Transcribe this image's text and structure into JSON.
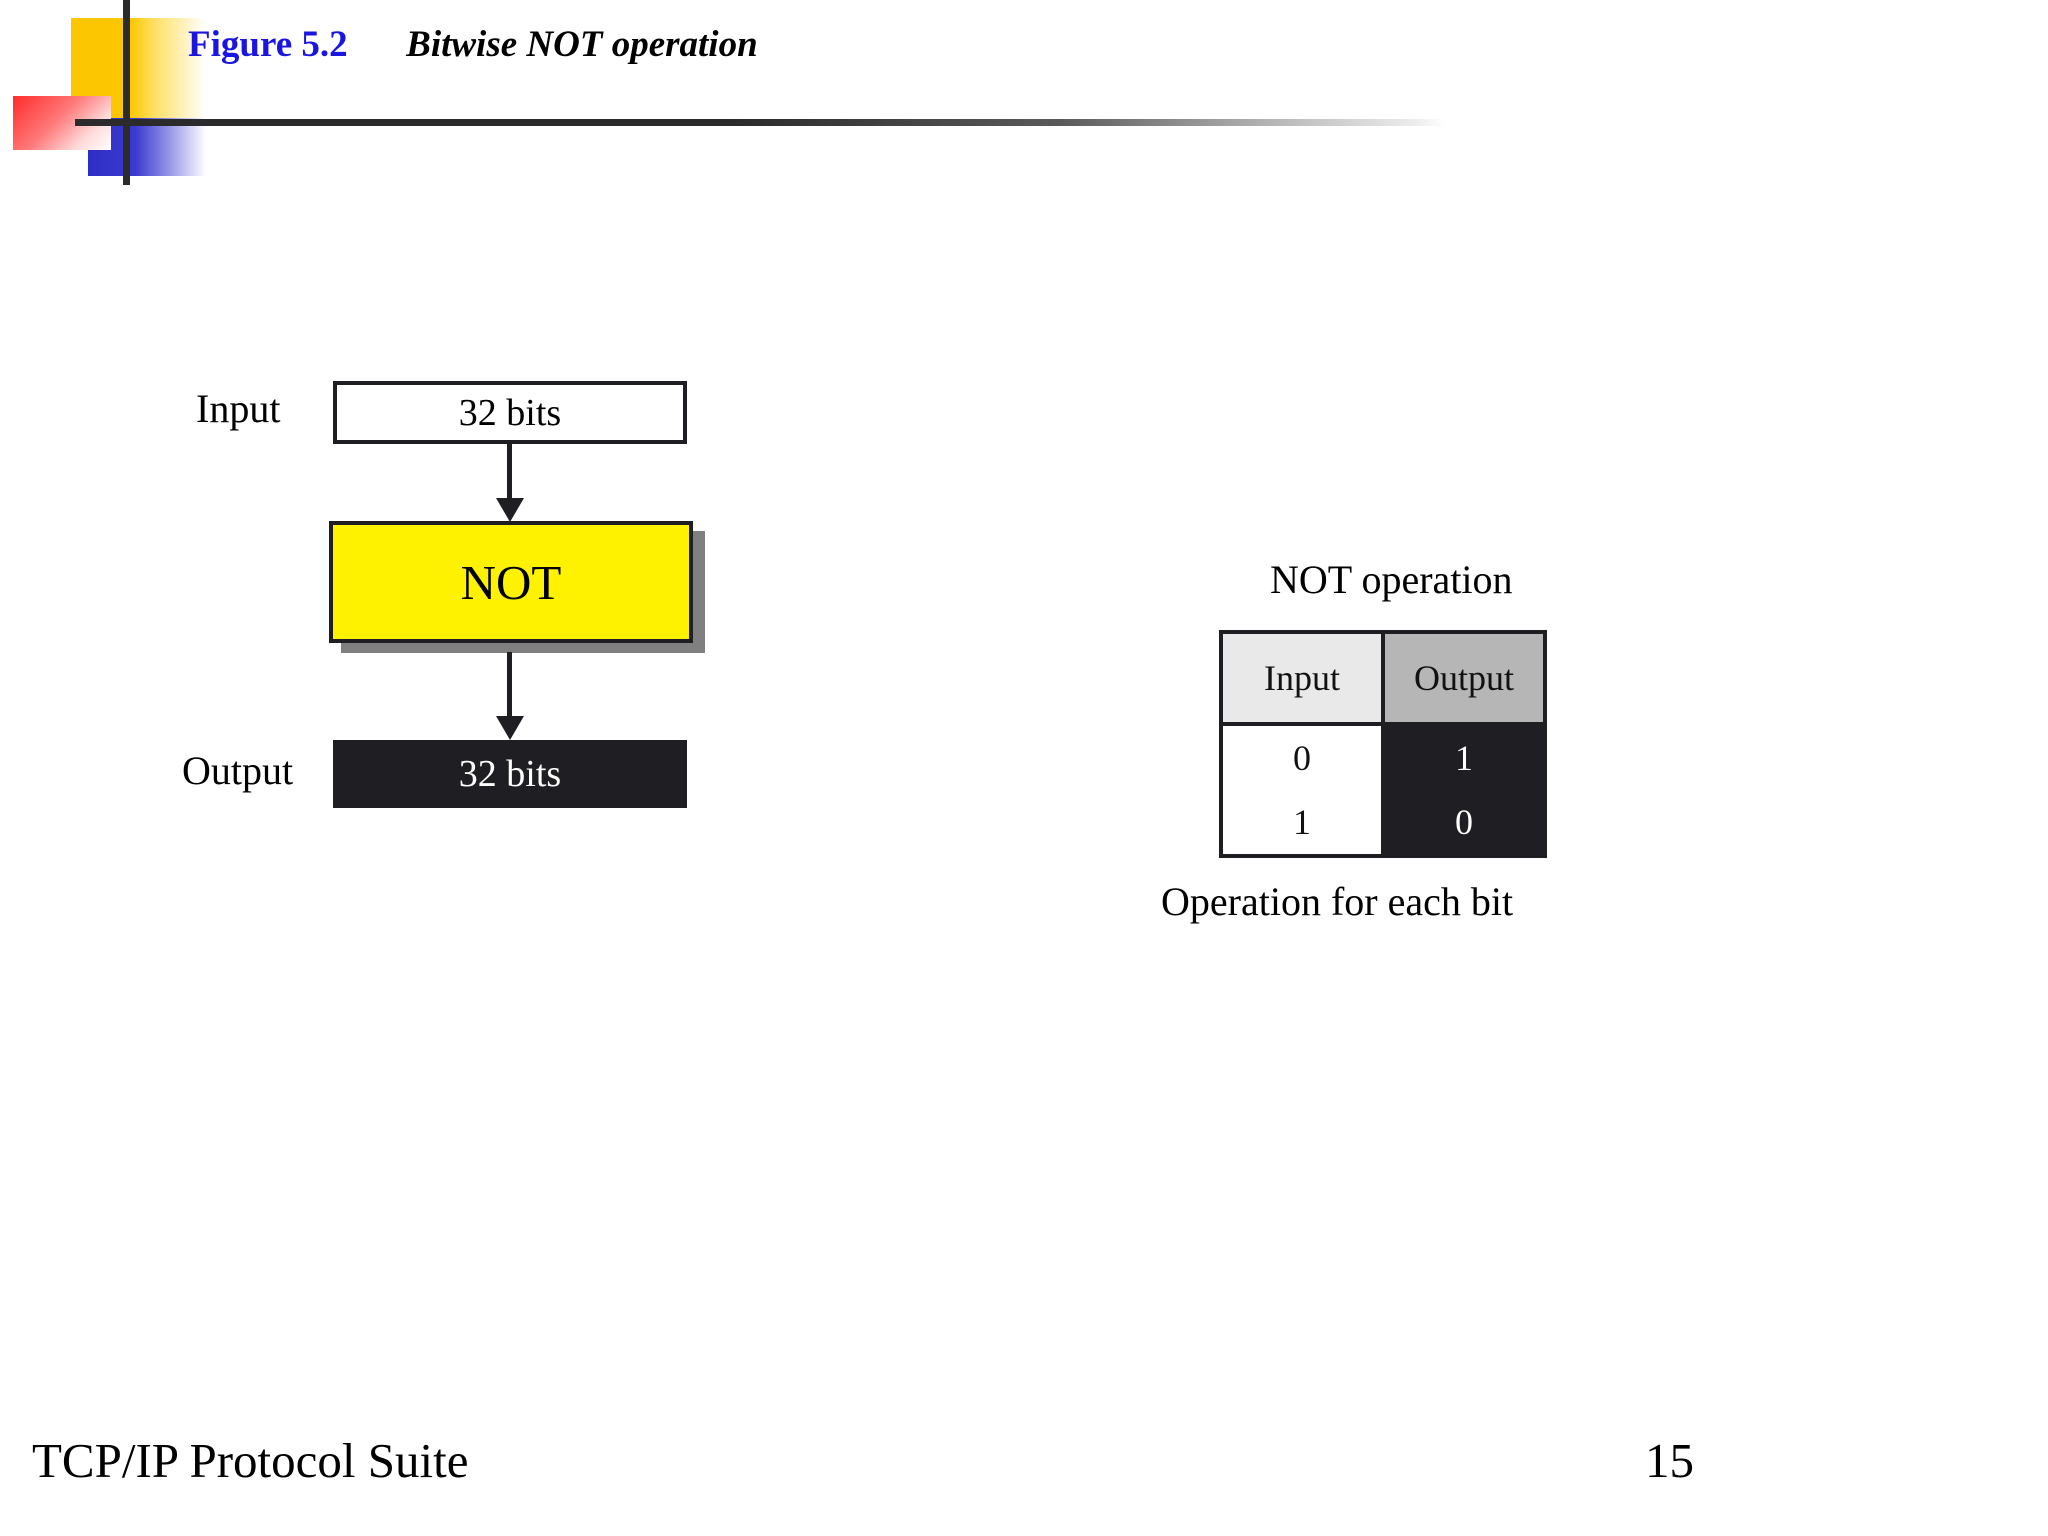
{
  "slide": {
    "title": {
      "figure_label": "Figure 5.2",
      "figure_label_color": "#1a16e0",
      "caption": "Bitwise NOT operation"
    },
    "footer": {
      "left_text": "TCP/IP Protocol Suite",
      "page_number": "15"
    },
    "decoration": {
      "yellow_swatch": "#fcc700",
      "blue_swatch": "#2e2ec4",
      "red_swatch": "#ff2b2b",
      "rule_color": "#2b2b2b"
    }
  },
  "flow_diagram": {
    "input_label": "Input",
    "input_box_text": "32 bits",
    "operation_box_text": "NOT",
    "operation_box_color": "#fff200",
    "operation_box_shadow_color": "#808080",
    "output_label": "Output",
    "output_box_text": "32 bits",
    "output_box_color": "#1f1f23",
    "arrow_1_name": "input-to-not-arrow",
    "arrow_2_name": "not-to-output-arrow"
  },
  "truth_table": {
    "title": "NOT operation",
    "caption": "Operation for each bit",
    "columns": [
      "Input",
      "Output"
    ],
    "header_colors": [
      "#e9e9e9",
      "#b6b6b6"
    ],
    "rows": [
      {
        "input": "0",
        "output": "1"
      },
      {
        "input": "1",
        "output": "0"
      }
    ],
    "input_cell_color": "#ffffff",
    "output_cell_color": "#1f1f23"
  },
  "chart_data": {
    "type": "table",
    "title": "NOT operation",
    "categories": [
      "Input",
      "Output"
    ],
    "rows": [
      [
        "0",
        "1"
      ],
      [
        "1",
        "0"
      ]
    ],
    "annotations": [
      "Operation for each bit",
      "Input 32 bits",
      "NOT",
      "Output 32 bits"
    ]
  }
}
